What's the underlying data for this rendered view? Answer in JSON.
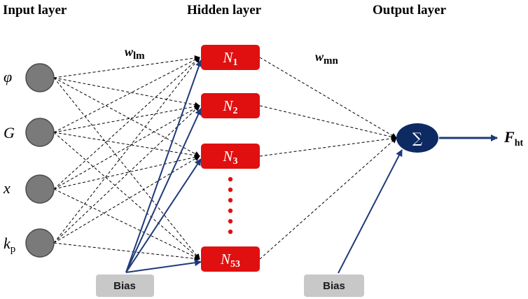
{
  "headers": {
    "input": "Input layer",
    "hidden": "Hidden layer",
    "output": "Output layer"
  },
  "weights": {
    "w1": {
      "base": "w",
      "sub": "lm"
    },
    "w2": {
      "base": "w",
      "sub": "mn"
    }
  },
  "inputs": [
    {
      "base": "φ",
      "sub": ""
    },
    {
      "base": "G",
      "sub": ""
    },
    {
      "base": "x",
      "sub": ""
    },
    {
      "base": "k",
      "sub": "p"
    }
  ],
  "hidden_nodes": [
    {
      "base": "N",
      "sub": "1"
    },
    {
      "base": "N",
      "sub": "2"
    },
    {
      "base": "N",
      "sub": "3"
    },
    {
      "base": "N",
      "sub": "53"
    }
  ],
  "output_node": {
    "symbol": "∑"
  },
  "output_label": {
    "base": "F",
    "sub": "ht"
  },
  "bias_labels": {
    "hidden": "Bias",
    "output": "Bias"
  },
  "colors": {
    "input_node": "#7a7a7a",
    "hidden_node": "#e01010",
    "output_node": "#0d2a63",
    "bias_box": "#c8c8c8",
    "solid_edge": "#1f3a7a"
  }
}
